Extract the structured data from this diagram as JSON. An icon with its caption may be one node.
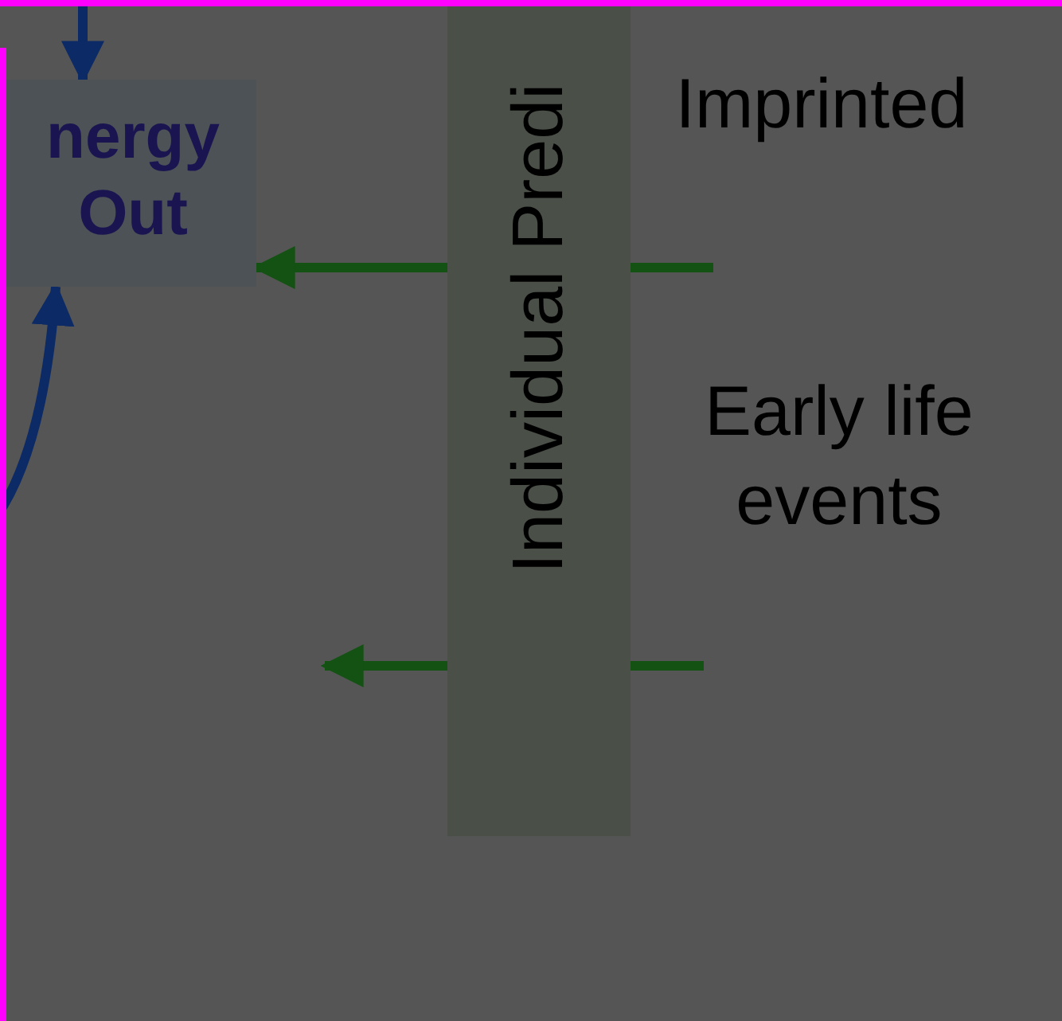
{
  "diagram": {
    "nodes": [
      {
        "text": [
          "nergy Out"
        ]
      },
      {
        "text": [
          "Individual Predi"
        ]
      }
    ],
    "edges": [
      {
        "from": null,
        "to": 0,
        "arrow": "to"
      },
      {
        "from": null,
        "to": 0,
        "arrow": "to"
      },
      {
        "from": 1,
        "to": 0,
        "arrow": "to",
        "color": "#145214"
      },
      {
        "from": 1,
        "to": null,
        "arrow": "to",
        "color": "#145214"
      }
    ],
    "labels": [
      "Imprinted",
      "Early life events"
    ]
  }
}
